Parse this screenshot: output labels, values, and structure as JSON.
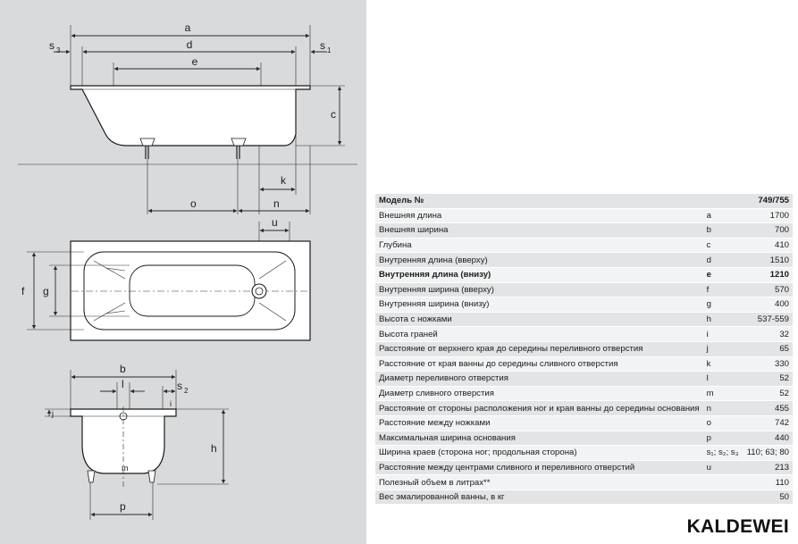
{
  "diagram": {
    "labels": {
      "a": "a",
      "d": "d",
      "e": "e",
      "s3": "s",
      "s3_sub": "3",
      "s1": "s",
      "s1_sub": "1",
      "c": "c",
      "k": "k",
      "o": "o",
      "n": "n",
      "u": "u",
      "f": "f",
      "g": "g",
      "b": "b",
      "l": "l",
      "s2": "s",
      "s2_sub": "2",
      "j": "j",
      "i": "i",
      "m": "m",
      "h": "h",
      "p": "p"
    }
  },
  "table": {
    "header": {
      "label": "Модель №",
      "value": "749/755"
    },
    "rows": [
      {
        "label": "Внешняя длина",
        "symbol": "a",
        "value": "1700"
      },
      {
        "label": "Внешняя ширина",
        "symbol": "b",
        "value": "700"
      },
      {
        "label": "Глубина",
        "symbol": "c",
        "value": "410"
      },
      {
        "label": "Внутренняя длина (вверху)",
        "symbol": "d",
        "value": "1510"
      },
      {
        "label": "Внутренняя длина (внизу)",
        "symbol": "e",
        "value": "1210",
        "bold": true
      },
      {
        "label": "Внутренняя ширина (вверху)",
        "symbol": "f",
        "value": "570"
      },
      {
        "label": "Внутренняя ширина (внизу)",
        "symbol": "g",
        "value": "400"
      },
      {
        "label": "Высота с ножками",
        "symbol": "h",
        "value": "537-559"
      },
      {
        "label": "Высота граней",
        "symbol": "i",
        "value": "32"
      },
      {
        "label": "Расстояние от верхнего края до середины переливного отверстия",
        "symbol": "j",
        "value": "65"
      },
      {
        "label": "Расстояние от края ванны до середины сливного отверстия",
        "symbol": "k",
        "value": "330"
      },
      {
        "label": "Диаметр переливного отверстия",
        "symbol": "l",
        "value": "52"
      },
      {
        "label": "Диаметр сливного отверстия",
        "symbol": "m",
        "value": "52"
      },
      {
        "label": "Расстояние от стороны расположения ног и края ванны до середины основания",
        "symbol": "n",
        "value": "455"
      },
      {
        "label": "Расстояние между ножками",
        "symbol": "o",
        "value": "742"
      },
      {
        "label": "Максимальная ширина основания",
        "symbol": "p",
        "value": "440"
      },
      {
        "label": "Ширина краев (сторона ног; продольная сторона)",
        "symbol": "s₁; s₂; s₃",
        "value": "110; 63; 80"
      },
      {
        "label": "Расстояние между центрами сливного и переливного отверстий",
        "symbol": "u",
        "value": "213"
      },
      {
        "label": "Полезный объем в литрах**",
        "symbol": "",
        "value": "110"
      },
      {
        "label": "Вес эмалированной ванны, в кг",
        "symbol": "",
        "value": "50"
      }
    ]
  },
  "brand": "KALDEWEI",
  "colors": {
    "panel": "#d9dadc",
    "row_dark": "#e3e4e6",
    "row_light": "#f2f3f4",
    "tub": "#ffffff"
  }
}
